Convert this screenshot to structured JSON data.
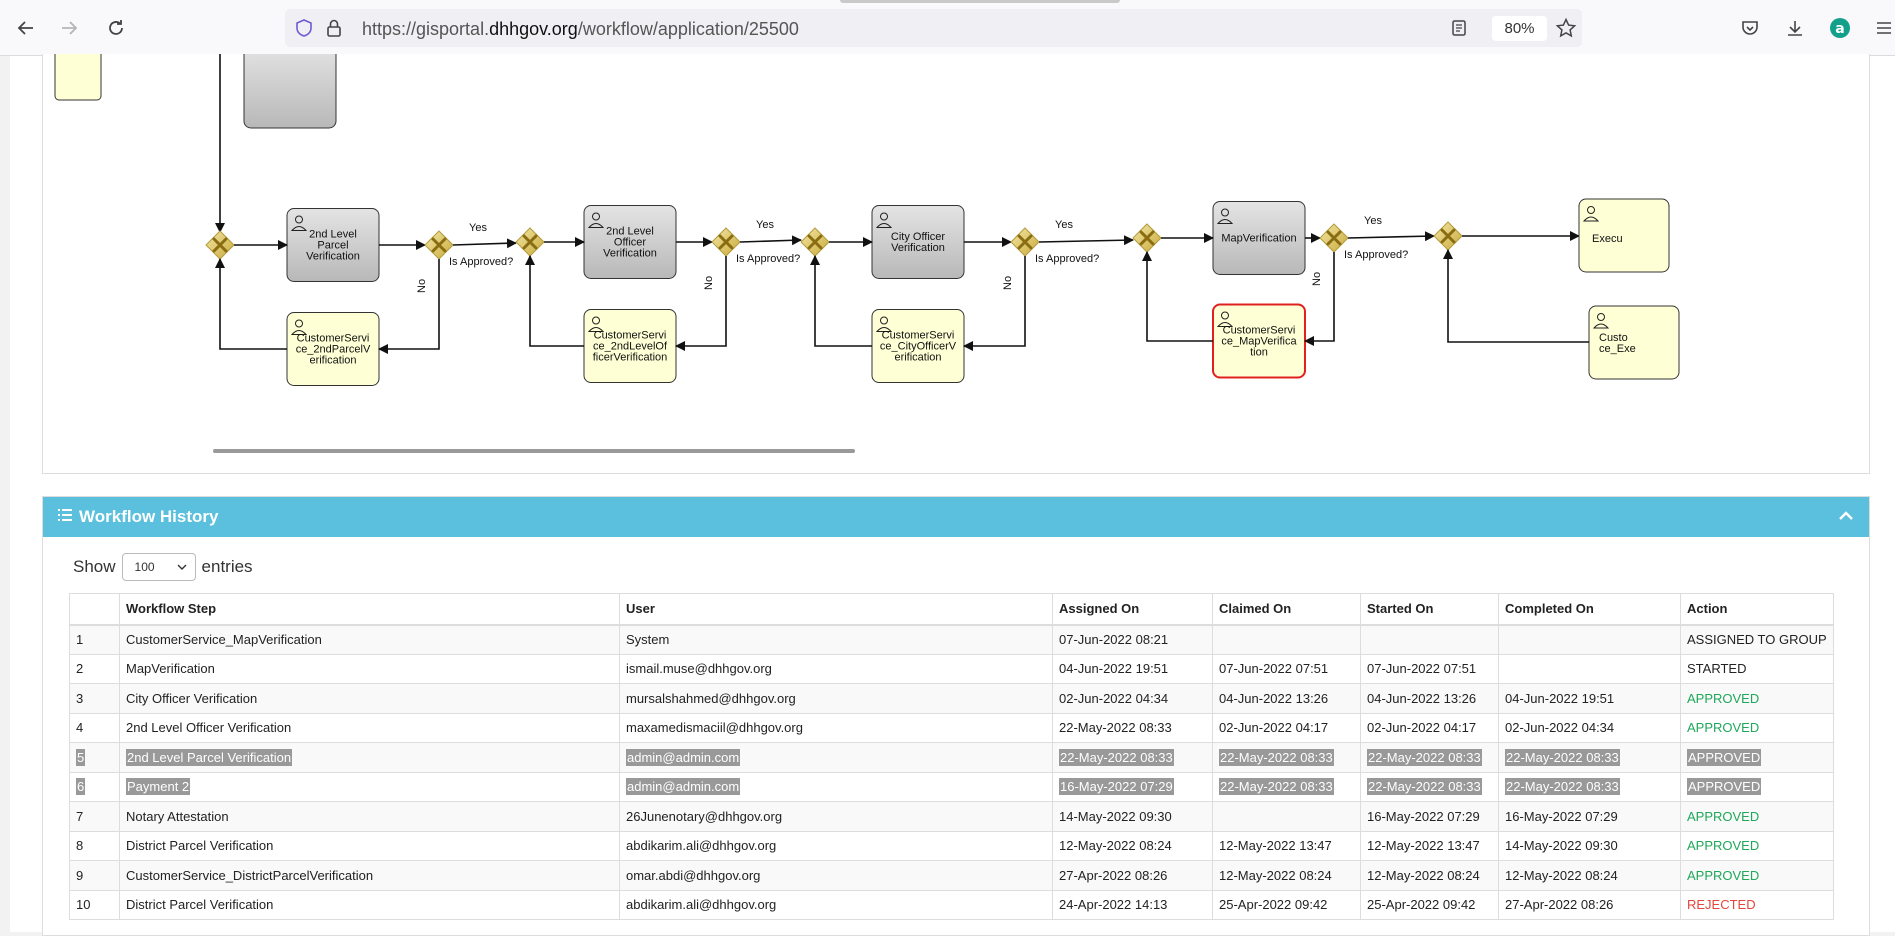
{
  "browser": {
    "url_prefix": "https://gisportal.",
    "url_host": "dhhgov.org",
    "url_path": "/workflow/application/25500",
    "zoom": "80%"
  },
  "diagram": {
    "tasks": [
      {
        "id": "t0",
        "label": [
          "2nd Level",
          "Parcel",
          "Verification"
        ],
        "style": "gray"
      },
      {
        "id": "t0c",
        "label": [
          "CustomerServi",
          "ce_2ndParcelV",
          "erification"
        ],
        "style": "yellow"
      },
      {
        "id": "t1",
        "label": [
          "2nd Level",
          "Officer",
          "Verification"
        ],
        "style": "gray"
      },
      {
        "id": "t1c",
        "label": [
          "CustomerServi",
          "ce_2ndLevelOf",
          "ficerVerification"
        ],
        "style": "yellow"
      },
      {
        "id": "t2",
        "label": [
          "City Officer",
          "Verification"
        ],
        "style": "gray"
      },
      {
        "id": "t2c",
        "label": [
          "CustomerServi",
          "ce_CityOfficerV",
          "erification"
        ],
        "style": "yellow"
      },
      {
        "id": "t3",
        "label": [
          "MapVerification"
        ],
        "style": "gray"
      },
      {
        "id": "t3c",
        "label": [
          "CustomerServi",
          "ce_MapVerifica",
          "tion"
        ],
        "style": "active"
      },
      {
        "id": "t4",
        "label": [
          "Execu"
        ],
        "style": "yellow"
      },
      {
        "id": "t4c",
        "label": [
          "Custo",
          "ce_Exe"
        ],
        "style": "yellow"
      }
    ],
    "gateway_question": "Is Approved?",
    "yes_label": "Yes",
    "no_label": "No",
    "gateway_icon": "x-gateway-icon",
    "task_icon": "user-task-icon"
  },
  "workflow_history": {
    "title": "Workflow History",
    "show_label": "Show",
    "entries_label": "entries",
    "page_size": "100",
    "columns": [
      "",
      "Workflow Step",
      "User",
      "Assigned On",
      "Claimed On",
      "Started On",
      "Completed On",
      "Action"
    ],
    "rows": [
      {
        "num": "1",
        "step": "CustomerService_MapVerification",
        "user": "System",
        "assigned": "07-Jun-2022 08:21",
        "claimed": "",
        "started": "",
        "completed": "",
        "action": "ASSIGNED TO GROUP",
        "action_type": "default",
        "selected": false
      },
      {
        "num": "2",
        "step": "MapVerification",
        "user": "ismail.muse@dhhgov.org",
        "assigned": "04-Jun-2022 19:51",
        "claimed": "07-Jun-2022 07:51",
        "started": "07-Jun-2022 07:51",
        "completed": "",
        "action": "STARTED",
        "action_type": "default",
        "selected": false
      },
      {
        "num": "3",
        "step": "City Officer Verification",
        "user": "mursalshahmed@dhhgov.org",
        "assigned": "02-Jun-2022 04:34",
        "claimed": "04-Jun-2022 13:26",
        "started": "04-Jun-2022 13:26",
        "completed": "04-Jun-2022 19:51",
        "action": "APPROVED",
        "action_type": "approved",
        "selected": false
      },
      {
        "num": "4",
        "step": "2nd Level Officer Verification",
        "user": "maxamedismaciil@dhhgov.org",
        "assigned": "22-May-2022 08:33",
        "claimed": "02-Jun-2022 04:17",
        "started": "02-Jun-2022 04:17",
        "completed": "02-Jun-2022 04:34",
        "action": "APPROVED",
        "action_type": "approved",
        "selected": false
      },
      {
        "num": "5",
        "step": "2nd Level Parcel Verification",
        "user": "admin@admin.com",
        "assigned": "22-May-2022 08:33",
        "claimed": "22-May-2022 08:33",
        "started": "22-May-2022 08:33",
        "completed": "22-May-2022 08:33",
        "action": "APPROVED",
        "action_type": "approved",
        "selected": true
      },
      {
        "num": "6",
        "step": "Payment 2",
        "user": "admin@admin.com",
        "assigned": "16-May-2022 07:29",
        "claimed": "22-May-2022 08:33",
        "started": "22-May-2022 08:33",
        "completed": "22-May-2022 08:33",
        "action": "APPROVED",
        "action_type": "approved",
        "selected": true
      },
      {
        "num": "7",
        "step": "Notary Attestation",
        "user": "26Junenotary@dhhgov.org",
        "assigned": "14-May-2022 09:30",
        "claimed": "",
        "started": "16-May-2022 07:29",
        "completed": "16-May-2022 07:29",
        "action": "APPROVED",
        "action_type": "approved",
        "selected": false
      },
      {
        "num": "8",
        "step": "District Parcel Verification",
        "user": "abdikarim.ali@dhhgov.org",
        "assigned": "12-May-2022 08:24",
        "claimed": "12-May-2022 13:47",
        "started": "12-May-2022 13:47",
        "completed": "14-May-2022 09:30",
        "action": "APPROVED",
        "action_type": "approved",
        "selected": false
      },
      {
        "num": "9",
        "step": "CustomerService_DistrictParcelVerification",
        "user": "omar.abdi@dhhgov.org",
        "assigned": "27-Apr-2022 08:26",
        "claimed": "12-May-2022 08:24",
        "started": "12-May-2022 08:24",
        "completed": "12-May-2022 08:24",
        "action": "APPROVED",
        "action_type": "approved",
        "selected": false
      },
      {
        "num": "10",
        "step": "District Parcel Verification",
        "user": "abdikarim.ali@dhhgov.org",
        "assigned": "24-Apr-2022 14:13",
        "claimed": "25-Apr-2022 09:42",
        "started": "25-Apr-2022 09:42",
        "completed": "27-Apr-2022 08:26",
        "action": "REJECTED",
        "action_type": "rejected",
        "selected": false
      }
    ]
  },
  "colors": {
    "header_bg": "#5bc0de",
    "approved": "#1fa85a",
    "rejected": "#e3463c",
    "task_gray": "#c8c8c8",
    "task_yellow": "#ffffd6",
    "active_border": "#e02020",
    "gateway_gold": "#d9c25a"
  }
}
